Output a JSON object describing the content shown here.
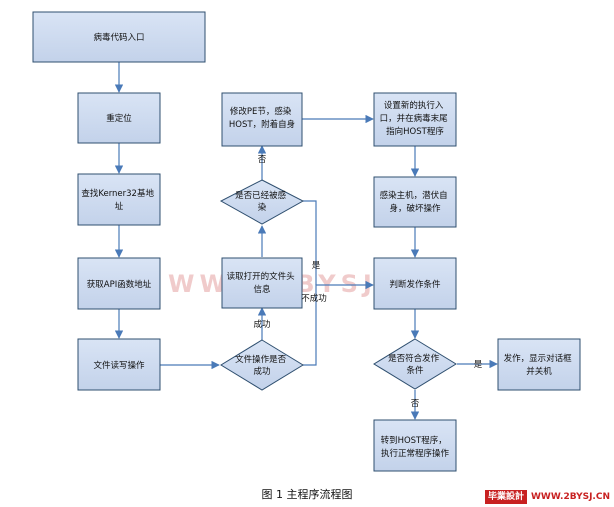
{
  "nodes": {
    "virus_entry": "病毒代码入口",
    "relocate": "重定位",
    "find_kernel": [
      "查找Kerner32基地",
      "址"
    ],
    "get_api": "获取API函数地址",
    "file_rw": "文件读写操作",
    "file_op_success": [
      "文件操作是否",
      "成功"
    ],
    "read_header": [
      "读取打开的文件头",
      "信息"
    ],
    "infected_check": [
      "是否已经被感",
      "染"
    ],
    "modify_pe": [
      "修改PE节，感染",
      "HOST，附着自身"
    ],
    "set_entry": [
      "设置新的执行入",
      "口，并在病毒末尾",
      "指向HOST程序"
    ],
    "infect_host": [
      "感染主机，潜伏自",
      "身，破坏操作"
    ],
    "judge_condition": "判断发作条件",
    "meets_condition": [
      "是否符合发作",
      "条件"
    ],
    "trigger": [
      "发作，显示对话框",
      "并关机"
    ],
    "goto_host": [
      "转到HOST程序，",
      "执行正常程序操作"
    ]
  },
  "edge_labels": {
    "success": "成功",
    "not_success": "不成功",
    "no_1": "否",
    "yes_1": "是",
    "yes_2": "是",
    "no_2": "否"
  },
  "caption": "图 1  主程序流程图",
  "watermark": {
    "main": "WWW.2BYSJ.CN",
    "logo": "毕業設計",
    "url": "WWW.2BYSJ.CN"
  }
}
